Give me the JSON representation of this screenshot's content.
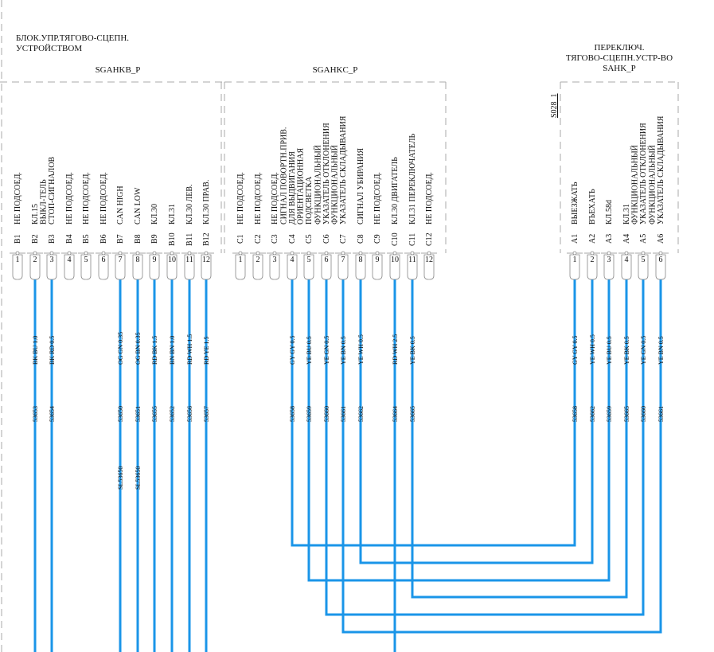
{
  "colors": {
    "wire": "#1a95e8",
    "frame": "#aaaaaa",
    "text": "#111111"
  },
  "blocks": [
    {
      "id": "ecu",
      "title": [
        "БЛОК.УПР.ТЯГОВО-СЦЕПН.",
        "УСТРОЙСТВОМ"
      ],
      "connectors": [
        {
          "name": "SGAHKB_P",
          "pins": [
            {
              "code": "B1",
              "num": "1",
              "label": [
                "НЕ ПОДСОЕД."
              ]
            },
            {
              "code": "B2",
              "num": "2",
              "label": [
                "КЛ.15"
              ],
              "wire": {
                "color": "BK BU 1.0",
                "id": "53653"
              }
            },
            {
              "code": "B3",
              "num": "3",
              "label": [
                "ВЫКЛ-ТЕЛЬ",
                "СТОП-СИГНАЛОВ"
              ],
              "wire": {
                "color": "BK RD 0.5",
                "id": "53654"
              }
            },
            {
              "code": "B4",
              "num": "4",
              "label": [
                "НЕ ПОДСОЕД."
              ]
            },
            {
              "code": "B5",
              "num": "5",
              "label": [
                "НЕ ПОДСОЕД."
              ]
            },
            {
              "code": "B6",
              "num": "6",
              "label": [
                "НЕ ПОДСОЕД."
              ]
            },
            {
              "code": "B7",
              "num": "7",
              "label": [
                "CAN HIGH"
              ],
              "wire": {
                "color": "OG GN 0.35",
                "id": "53650",
                "splice": "SL53650"
              }
            },
            {
              "code": "B8",
              "num": "8",
              "label": [
                "CAN LOW"
              ],
              "wire": {
                "color": "OG BN 0.35",
                "id": "53651",
                "splice": "SL53650"
              }
            },
            {
              "code": "B9",
              "num": "9",
              "label": [
                "КЛ.30"
              ],
              "wire": {
                "color": "RD BK 1.5",
                "id": "53655"
              }
            },
            {
              "code": "B10",
              "num": "10",
              "label": [
                "КЛ.31"
              ],
              "wire": {
                "color": "BN BN 1.0",
                "id": "53652"
              }
            },
            {
              "code": "B11",
              "num": "11",
              "label": [
                "КЛ.30 ЛЕВ."
              ],
              "wire": {
                "color": "RD WH 1.5",
                "id": "53656"
              }
            },
            {
              "code": "B12",
              "num": "12",
              "label": [
                "КЛ.30 ПРАВ."
              ],
              "wire": {
                "color": "RD YE 1.5",
                "id": "53657"
              }
            }
          ]
        },
        {
          "name": "SGAHKC_P",
          "pins": [
            {
              "code": "C1",
              "num": "1",
              "label": [
                "НЕ ПОДСОЕД."
              ]
            },
            {
              "code": "C2",
              "num": "2",
              "label": [
                "НЕ ПОДСОЕД."
              ]
            },
            {
              "code": "C3",
              "num": "3",
              "label": [
                "НЕ ПОДСОЕД."
              ]
            },
            {
              "code": "C4",
              "num": "4",
              "label": [
                "СИГНАЛ ПОВОРТН.ПРИВ.",
                "ДЛЯ ВЫДВИГАНИЯ"
              ],
              "wire": {
                "color": "GY GY 0.5",
                "id": "53658"
              }
            },
            {
              "code": "C5",
              "num": "5",
              "label": [
                "ОРИЕНТАЦИОННАЯ",
                "ПОДСВЕТКА"
              ],
              "wire": {
                "color": "YE BU 0.5",
                "id": "53659"
              }
            },
            {
              "code": "C6",
              "num": "6",
              "label": [
                "ФУНКЦИОНАЛЬНЫЙ",
                "УКАЗАТЕЛЬ ОТКЛОНЕНИЯ"
              ],
              "wire": {
                "color": "YE GN 0.5",
                "id": "53660"
              }
            },
            {
              "code": "C7",
              "num": "7",
              "label": [
                "ФУНКЦИОНАЛЬНЫЙ",
                "УКАЗАТЕЛЬ СКЛАДЫВАНИЯ"
              ],
              "wire": {
                "color": "YE BN 0.5",
                "id": "53661"
              }
            },
            {
              "code": "C8",
              "num": "8",
              "label": [
                "СИГНАЛ УБИРАНИЯ"
              ],
              "wire": {
                "color": "YE WH 0.5",
                "id": "53662"
              }
            },
            {
              "code": "C9",
              "num": "9",
              "label": [
                "НЕ ПОДСОЕД."
              ]
            },
            {
              "code": "C10",
              "num": "10",
              "label": [
                "КЛ.30 ДВИГАТЕЛЬ"
              ],
              "wire": {
                "color": "RD WH 2.5",
                "id": "53664"
              }
            },
            {
              "code": "C11",
              "num": "11",
              "label": [
                "КЛ.31 ПЕРЕКЛЮЧАТЕЛЬ"
              ],
              "wire": {
                "color": "YE BK 0.5",
                "id": "53665"
              }
            },
            {
              "code": "C12",
              "num": "12",
              "label": [
                "НЕ ПОДСОЕД."
              ]
            }
          ]
        }
      ]
    },
    {
      "id": "switch",
      "title": [
        "ПЕРЕКЛЮЧ.",
        "ТЯГОВО-СЦЕПН.УСТР-ВО",
        "SAHK_P"
      ],
      "ref": "S028_1",
      "connectors": [
        {
          "name": "",
          "pins": [
            {
              "code": "A1",
              "num": "1",
              "label": [
                "ВЫЕЗЖАТЬ"
              ],
              "wire": {
                "color": "GY GY 0.5",
                "id": "53658"
              }
            },
            {
              "code": "A2",
              "num": "2",
              "label": [
                "ВЪЕХАТЬ"
              ],
              "wire": {
                "color": "YE WH 0.5",
                "id": "53662"
              }
            },
            {
              "code": "A3",
              "num": "3",
              "label": [
                "КЛ.58d"
              ],
              "wire": {
                "color": "YE BU 0.5",
                "id": "53659"
              }
            },
            {
              "code": "A4",
              "num": "4",
              "label": [
                "КЛ.31"
              ],
              "wire": {
                "color": "YE BK 0.5",
                "id": "53665"
              }
            },
            {
              "code": "A5",
              "num": "5",
              "label": [
                "ФУНКЦИОНАЛЬНЫЙ",
                "УКАЗАТЕЛЬ ОТКЛОНЕНИЯ"
              ],
              "wire": {
                "color": "YE GN 0.5",
                "id": "53660"
              }
            },
            {
              "code": "A6",
              "num": "6",
              "label": [
                "ФУНКЦИОНАЛЬНЫЙ",
                "УКАЗАТЕЛЬ СКЛАДЫВАНИЯ"
              ],
              "wire": {
                "color": "YE BN 0.5",
                "id": "53661"
              }
            }
          ]
        }
      ]
    }
  ],
  "connections": [
    [
      "C4",
      "A1"
    ],
    [
      "C8",
      "A2"
    ],
    [
      "C5",
      "A3"
    ],
    [
      "C11",
      "A4"
    ],
    [
      "C6",
      "A5"
    ],
    [
      "C7",
      "A6"
    ]
  ]
}
